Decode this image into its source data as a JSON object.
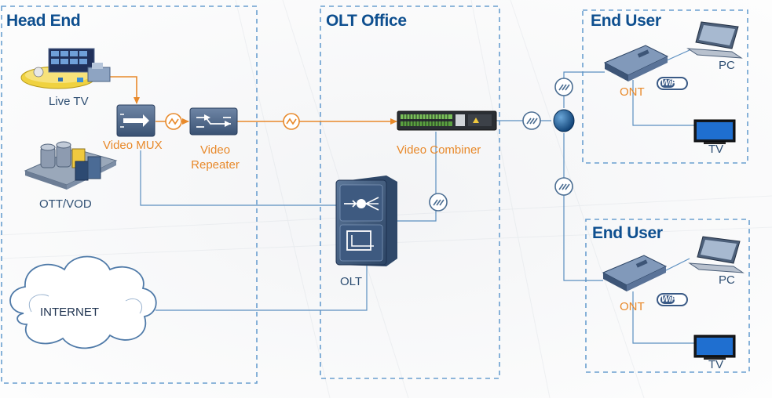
{
  "zones": {
    "head_end": "Head End",
    "olt_office": "OLT Office",
    "end_user_1": "End User",
    "end_user_2": "End User"
  },
  "nodes": {
    "live_tv": "Live TV",
    "ott_vod": "OTT/VOD",
    "video_mux": "Video MUX",
    "video_repeater_line1": "Video",
    "video_repeater_line2": "Repeater",
    "video_combiner": "Video Combiner",
    "olt": "OLT",
    "internet": "INTERNET",
    "ont_1": "ONT",
    "pc_1": "PC",
    "tv_1": "TV",
    "ont_2": "ONT",
    "pc_2": "PC",
    "tv_2": "TV"
  },
  "badges": {
    "wifi": "WiFi"
  },
  "colors": {
    "title": "#0e4f8f",
    "video_link": "#e8892a",
    "data_link": "#5b8fc0",
    "zone_border": "#6a9fd0"
  }
}
